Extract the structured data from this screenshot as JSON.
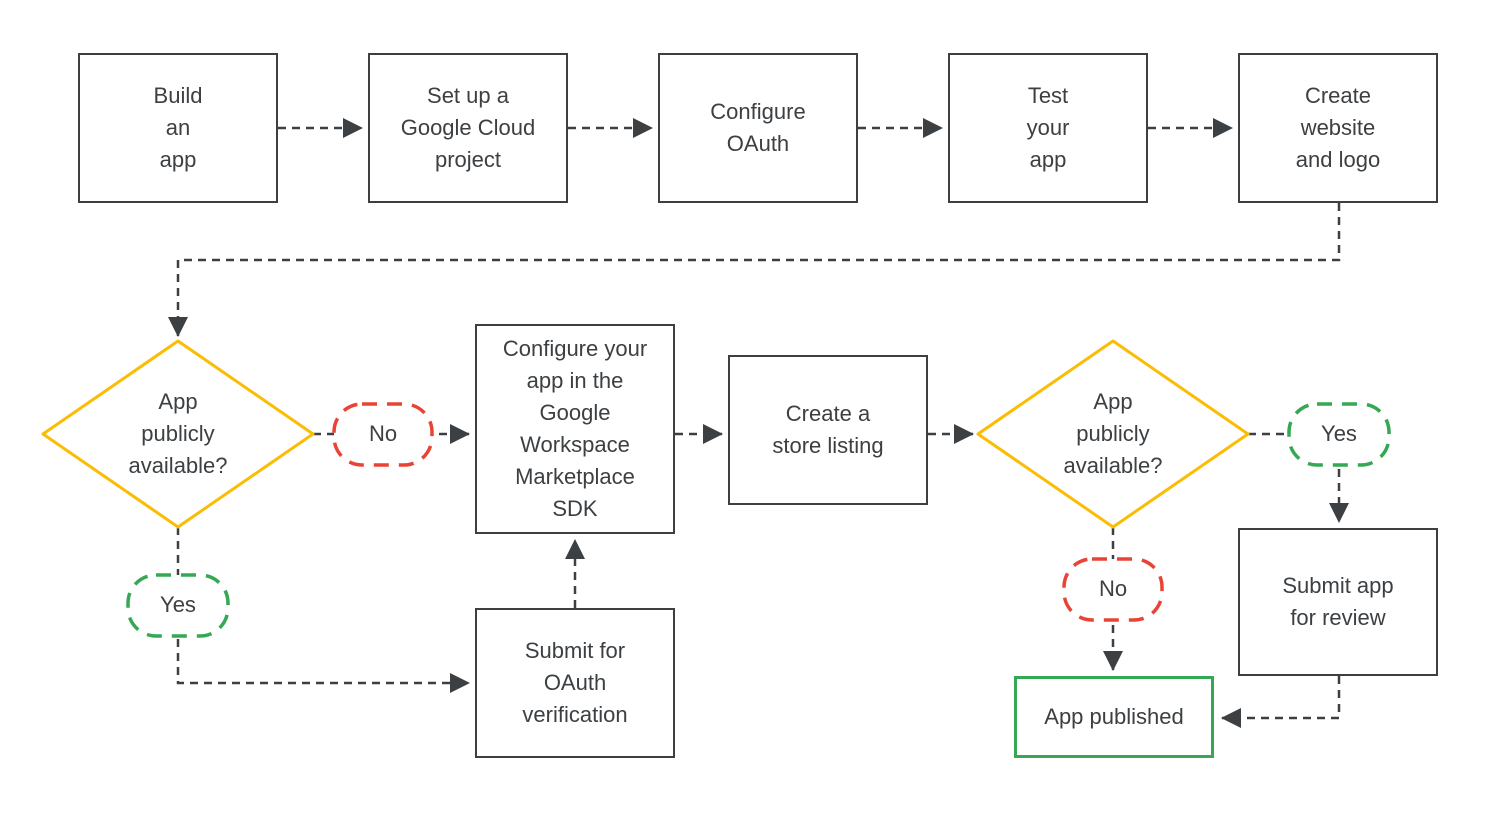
{
  "palette": {
    "line": "#3c4043",
    "text": "#3c4043",
    "decision": "#fbbc04",
    "yes": "#34a853",
    "no": "#ea4335",
    "published": "#34a853"
  },
  "nodes": {
    "build_app": "Build\nan\napp",
    "cloud_project": "Set up a\nGoogle Cloud\nproject",
    "configure_oauth": "Configure\nOAuth",
    "test_app": "Test\nyour\napp",
    "create_website": "Create\nwebsite\nand logo",
    "marketplace_sdk": "Configure your\napp in the\nGoogle\nWorkspace\nMarketplace\nSDK",
    "store_listing": "Create a\nstore listing",
    "oauth_verification": "Submit for\nOAuth\nverification",
    "submit_review": "Submit app\nfor review",
    "app_published": "App published"
  },
  "decisions": {
    "first": "App\npublicly\navailable?",
    "second": "App\npublicly\navailable?"
  },
  "edge_labels": {
    "no1": "No",
    "yes1": "Yes",
    "yes2": "Yes",
    "no2": "No"
  }
}
